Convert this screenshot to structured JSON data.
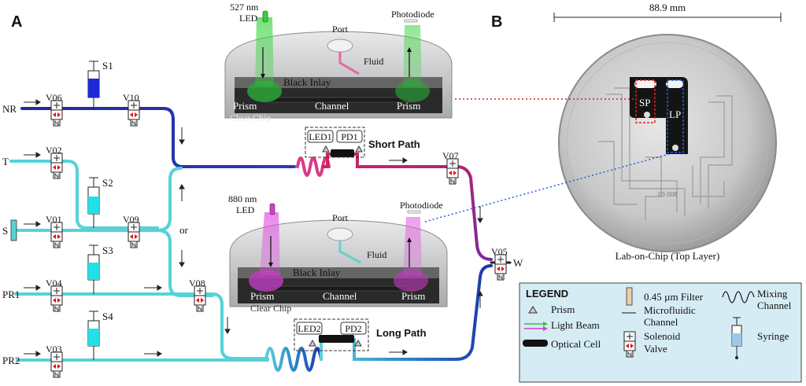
{
  "panels": {
    "a": "A",
    "b": "B"
  },
  "inlets": {
    "nr": "NR",
    "t": "T",
    "s": "S",
    "pr1": "PR1",
    "pr2": "PR2",
    "w": "W"
  },
  "valves": {
    "v06": "V06",
    "v10": "V10",
    "v02": "V02",
    "v01": "V01",
    "v09": "V09",
    "v04": "V04",
    "v08": "V08",
    "v03": "V03",
    "v07": "V07",
    "v05": "V05"
  },
  "syringes": {
    "s1": "S1",
    "s2": "S2",
    "s3": "S3",
    "s4": "S4"
  },
  "or_label": "or",
  "short_path": {
    "title": "Short Path",
    "led": "LED1",
    "pd": "PD1"
  },
  "long_path": {
    "title": "Long Path",
    "led": "LED2",
    "pd": "PD2"
  },
  "top_chip": {
    "led_line1": "527 nm",
    "led_line2": "LED",
    "photodiode": "Photodiode",
    "port": "Port",
    "fluid": "Fluid",
    "inlay": "Black Inlay",
    "prism_left": "Prism",
    "channel": "Channel",
    "prism_right": "Prism",
    "clear_chip": "Clear Chip"
  },
  "bottom_chip": {
    "led_line1": "880 nm",
    "led_line2": "LED",
    "photodiode": "Photodiode",
    "port": "Port",
    "fluid": "Fluid",
    "inlay": "Black Inlay",
    "prism_left": "Prism",
    "channel": "Channel",
    "prism_right": "Prism",
    "clear_chip": "Clear Chip"
  },
  "legend": {
    "title": "LEGEND",
    "prism": "Prism",
    "light_beam": "Light Beam",
    "optical_cell": "Optical Cell",
    "filter": "0.45 µm Filter",
    "microfluidic_1": "Microfluidic",
    "microfluidic_2": "Channel",
    "solenoid_1": "Solenoid",
    "solenoid_2": "Valve",
    "mixing_1": "Mixing",
    "mixing_2": "Channel",
    "syringe": "Syringe"
  },
  "chip_photo": {
    "dimension": "88.9 mm",
    "sp": "SP",
    "lp": "LP",
    "caption": "Lab-on-Chip (Top Layer)",
    "serial": "03 008"
  },
  "colors": {
    "nr": "#1f2c9e",
    "cyan": "#56d2d6",
    "magenta": "#d92c7a",
    "green": "#35c43a",
    "legend_bg": "#d6ecf4"
  }
}
